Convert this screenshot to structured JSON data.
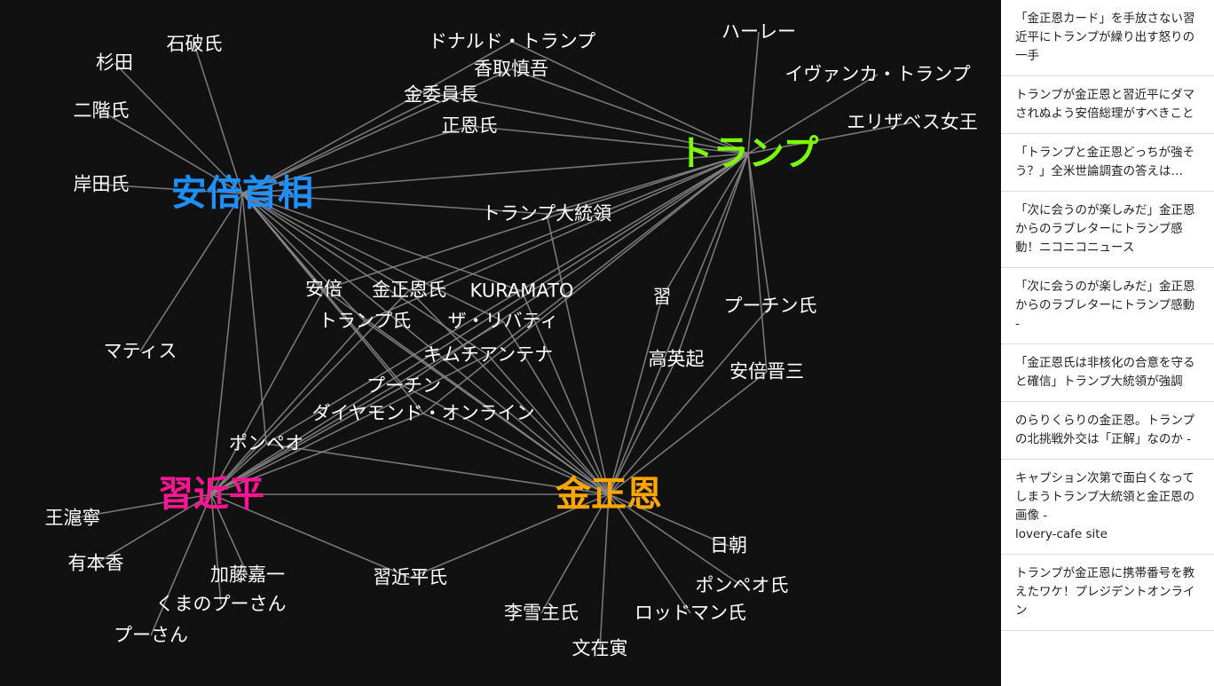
{
  "hubs": {
    "abe": {
      "label": "安倍首相",
      "color": "#1e90ff"
    },
    "trump": {
      "label": "トランプ",
      "color": "#7cfc00"
    },
    "xi": {
      "label": "習近平",
      "color": "#ff1493"
    },
    "kim": {
      "label": "金正恩",
      "color": "#ffa500"
    }
  },
  "nodes": [
    "杉田",
    "石破氏",
    "二階氏",
    "岸田氏",
    "マティス",
    "ドナルド・トランプ",
    "香取慎吾",
    "金委員長",
    "正恩氏",
    "トランプ大統領",
    "ハーレー",
    "イヴァンカ・トランプ",
    "エリザベス女王",
    "安倍",
    "金正恩氏",
    "KURAMATO",
    "トランプ氏",
    "ザ・リバティ",
    "キムチアンテナ",
    "プーチン",
    "ダイヤモンド・オンライン",
    "ポンペオ",
    "習",
    "プーチン氏",
    "高英起",
    "安倍晋三",
    "王滬寧",
    "有本香",
    "加藤嘉一",
    "くまのプーさん",
    "プーさん",
    "習近平氏",
    "李雪主氏",
    "文在寅",
    "ロッドマン氏",
    "日朝",
    "ポンペオ氏"
  ],
  "articles": [
    "「金正恩カード」を手放さない習近平にトランプが繰り出す怒りの一手",
    "トランプが金正恩と習近平にダマされぬよう安倍総理がすべきこと",
    "「トランプと金正恩どっちが強そう？」全米世論調査の答えは…",
    "「次に会うのが楽しみだ」金正恩からのラブレターにトランプ感動！ニコニコニュース",
    "「次に会うのが楽しみだ」金正恩からのラブレターにトランプ感動 -",
    "「金正恩氏は非核化の合意を守ると確信」トランプ大統領が強調",
    "のらりくらりの金正恩。トランプの北挑戦外交は「正解」なのか -",
    "キャプション次第で面白くなってしまうトランプ大統領と金正恩の画像 -",
    "lovery-cafe site",
    "トランプが金正恩に携帯番号を教えたワケ！プレジデントオンライン"
  ],
  "theme": {
    "background": "#111111",
    "edge": "#8a8a8a",
    "node_text": "#ffffff"
  }
}
